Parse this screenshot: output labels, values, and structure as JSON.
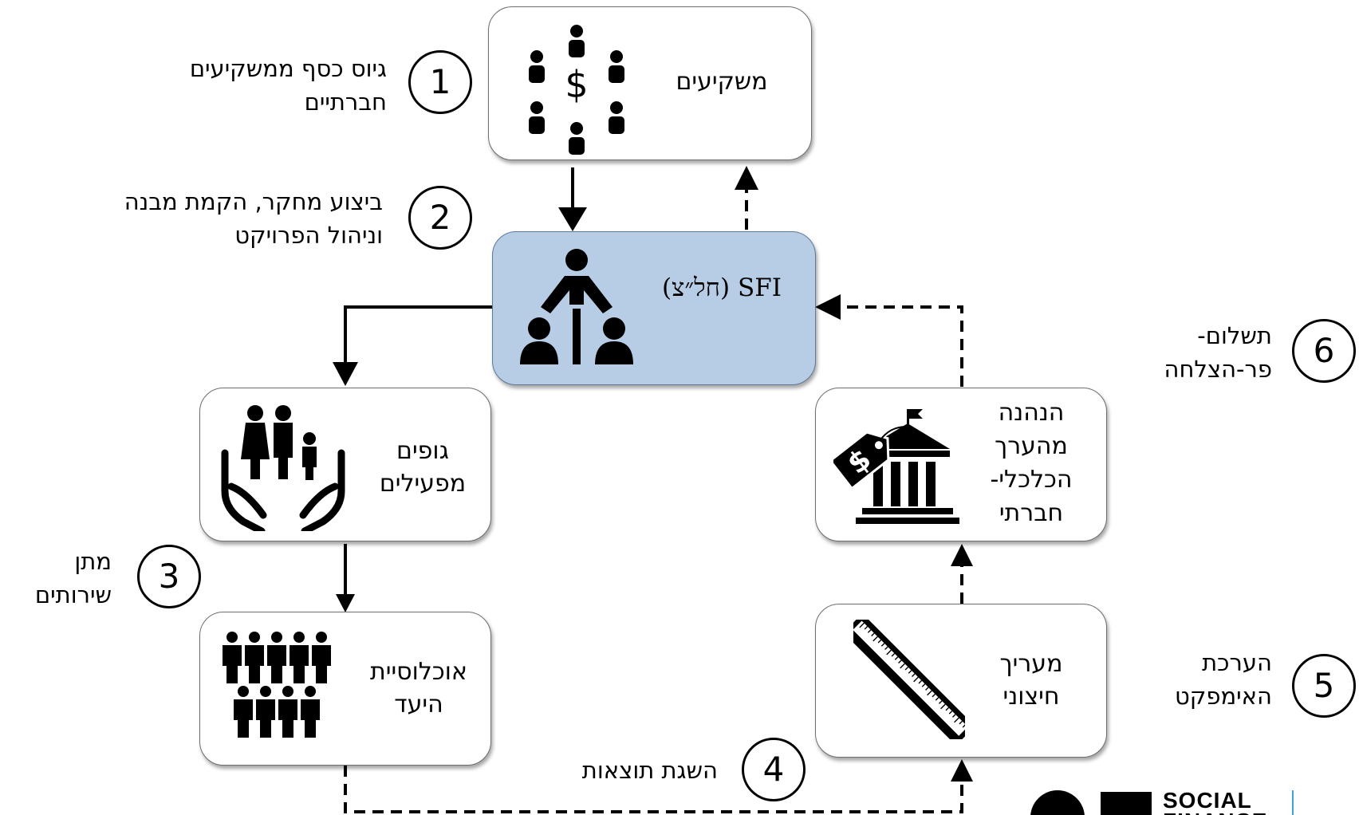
{
  "boxes": {
    "investors": "משקיעים",
    "sfi": "SFI (חל״צ)",
    "operators": "גופים\nמפעילים",
    "population": "אוכלוסיית\nהיעד",
    "evaluator": "מעריך\nחיצוני",
    "payer": "הנהנה\nמהערך\nהכלכלי-\nחברתי"
  },
  "steps": [
    {
      "number": "1",
      "text": "גיוס כסף ממשקיעים\nחברתיים"
    },
    {
      "number": "2",
      "text": "ביצוע מחקר, הקמת מבנה\nוניהול הפרויקט"
    },
    {
      "number": "3",
      "text": "מתן\nשירותים"
    },
    {
      "number": "4",
      "text": "השגת תוצאות"
    },
    {
      "number": "5",
      "text": "הערכת\nהאימפקט"
    },
    {
      "number": "6",
      "text": "תשלום-\nפר-הצלחה"
    }
  ],
  "icons": {
    "investors": "investors-money-icon",
    "sfi": "organization-hierarchy-icon",
    "operators": "family-care-hands-icon",
    "population": "crowd-people-icon",
    "evaluator": "ruler-icon",
    "payer": "government-building-price-tag-icon",
    "dollar_symbol": "$",
    "tag_symbol": "$"
  },
  "logo": {
    "text": "SOCIAL\nFINANCE"
  },
  "colors": {
    "sfi_fill": "#b7cde6",
    "box_fill": "#ffffff",
    "stroke": "#000000"
  }
}
